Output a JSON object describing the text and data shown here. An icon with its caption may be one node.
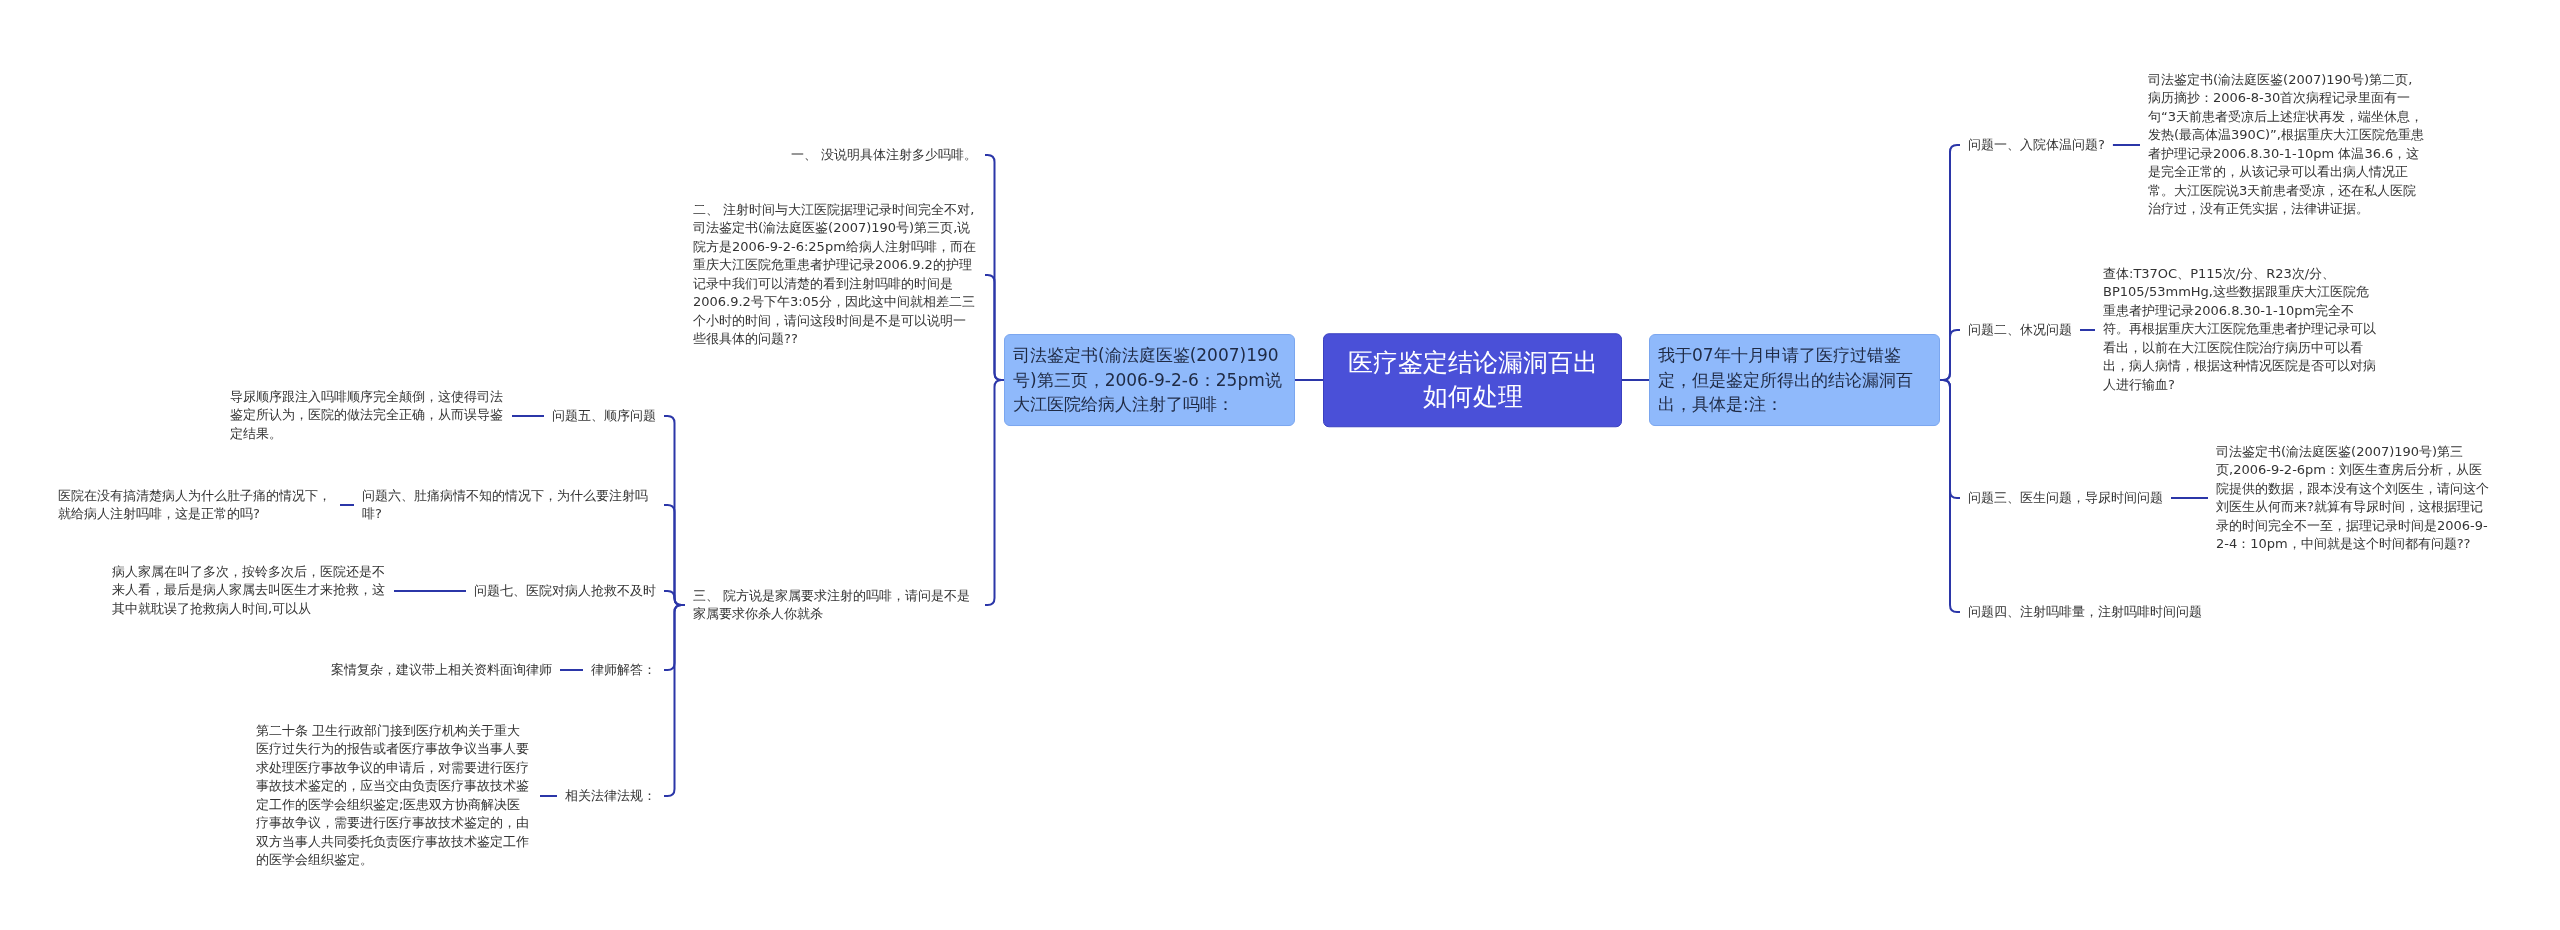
{
  "diagram": {
    "nodes": [
      {
        "text": [
          "医疗鉴定结论漏洞百出如何处理"
        ]
      },
      {
        "text": [
          "司法鉴定书(渝法庭医鉴(2007)190号)第三页，2006-9-2-6：25pm说大江医院给病人注射了吗啡："
        ]
      },
      {
        "text": [
          "我于07年十月申请了医疗过错鉴定，但是鉴定所得出的结论漏洞百出，具体是:注："
        ]
      },
      {
        "text": [
          "一、 没说明具体注射多少吗啡。"
        ]
      },
      {
        "text": [
          "二、 注射时间与大江医院据理记录时间完全不对, 司法鉴定书(渝法庭医鉴(2007)190号)第三页,说院方是2006-9-2-6:25pm给病人注射吗啡，而在重庆大江医院危重患者护理记录2006.9.2的护理记录中我们可以清楚的看到注射吗啡的时间是2006.9.2号下午3:05分，因此这中间就相差二三个小时的时间，请问这段时间是不是可以说明一些很具体的问题??"
        ]
      },
      {
        "text": [
          "三、 院方说是家属要求注射的吗啡，请问是不是家属要求你杀人你就杀"
        ]
      },
      {
        "text": [
          "问题五、顺序问题"
        ]
      },
      {
        "text": [
          "导尿顺序跟注入吗啡顺序完全颠倒，这使得司法鉴定所认为，医院的做法完全正确，从而误导鉴定结果。"
        ]
      },
      {
        "text": [
          "问题六、肚痛病情不知的情况下，为什么要注射吗啡?"
        ]
      },
      {
        "text": [
          "医院在没有搞清楚病人为什么肚子痛的情况下，就给病人注射吗啡，这是正常的吗?"
        ]
      },
      {
        "text": [
          "问题七、医院对病人抢救不及时"
        ]
      },
      {
        "text": [
          "病人家属在叫了多次，按铃多次后，医院还是不来人看，最后是病人家属去叫医生才来抢救，这其中就耽误了抢救病人时间,可以从"
        ]
      },
      {
        "text": [
          "律师解答："
        ]
      },
      {
        "text": [
          "案情复杂，建议带上相关资料面询律师"
        ]
      },
      {
        "text": [
          "相关法律法规："
        ]
      },
      {
        "text": [
          "第二十条 卫生行政部门接到医疗机构关于重大医疗过失行为的报告或者医疗事故争议当事人要求处理医疗事故争议的申请后，对需要进行医疗事故技术鉴定的，应当交由负责医疗事故技术鉴定工作的医学会组织鉴定;医患双方协商解决医疗事故争议，需要进行医疗事故技术鉴定的，由双方当事人共同委托负责医疗事故技术鉴定工作的医学会组织鉴定。"
        ]
      },
      {
        "text": [
          "问题一、入院体温问题?"
        ]
      },
      {
        "text": [
          "司法鉴定书(渝法庭医鉴(2007)190号)第二页,病历摘抄：2006-8-30首次病程记录里面有一句“3天前患者受凉后上述症状再发，端坐休息，发热(最高体温390C)”,根据重庆大江医院危重患者护理记录2006.8.30-1-10pm 体温36.6，这是完全正常的，从该记录可以看出病人情况正常。大江医院说3天前患者受凉，还在私人医院治疗过，没有正凭实据，法律讲证据。"
        ]
      },
      {
        "text": [
          "问题二、休况问题"
        ]
      },
      {
        "text": [
          "查体:T37OC、P115次/分、R23次/分、BP105/53mmHg,这些数据跟重庆大江医院危重患者护理记录2006.8.30-1-10pm完全不符。再根据重庆大江医院危重患者护理记录可以看出，以前在大江医院住院治疗病历中可以看出，病人病情，根据这种情况医院是否可以对病人进行输血?"
        ]
      },
      {
        "text": [
          "问题三、医生问题，导尿时间问题"
        ]
      },
      {
        "text": [
          "司法鉴定书(渝法庭医鉴(2007)190号)第三页,2006-9-2-6pm：刘医生查房后分析，从医院提供的数据，跟本没有这个刘医生，请问这个刘医生从何而来?就算有导尿时间，这根据理记录的时间完全不一至，据理记录时间是2006-9-2-4：10pm，中间就是这个时间都有问题??"
        ]
      },
      {
        "text": [
          "问题四、注射吗啡量，注射吗啡时间问题"
        ]
      }
    ],
    "edges": [
      {
        "from": 0,
        "to": 1,
        "arrow": "none"
      },
      {
        "from": 0,
        "to": 2,
        "arrow": "none"
      },
      {
        "from": 1,
        "to": 3,
        "arrow": "none"
      },
      {
        "from": 1,
        "to": 4,
        "arrow": "none"
      },
      {
        "from": 1,
        "to": 5,
        "arrow": "none"
      },
      {
        "from": 5,
        "to": 6,
        "arrow": "none"
      },
      {
        "from": 6,
        "to": 7,
        "arrow": "none"
      },
      {
        "from": 5,
        "to": 8,
        "arrow": "none"
      },
      {
        "from": 8,
        "to": 9,
        "arrow": "none"
      },
      {
        "from": 5,
        "to": 10,
        "arrow": "none"
      },
      {
        "from": 10,
        "to": 11,
        "arrow": "none"
      },
      {
        "from": 5,
        "to": 12,
        "arrow": "none"
      },
      {
        "from": 12,
        "to": 13,
        "arrow": "none"
      },
      {
        "from": 5,
        "to": 14,
        "arrow": "none"
      },
      {
        "from": 14,
        "to": 15,
        "arrow": "none"
      },
      {
        "from": 2,
        "to": 16,
        "arrow": "none"
      },
      {
        "from": 16,
        "to": 17,
        "arrow": "none"
      },
      {
        "from": 2,
        "to": 18,
        "arrow": "none"
      },
      {
        "from": 18,
        "to": 19,
        "arrow": "none"
      },
      {
        "from": 2,
        "to": 20,
        "arrow": "none"
      },
      {
        "from": 20,
        "to": 21,
        "arrow": "none"
      },
      {
        "from": 2,
        "to": 22,
        "arrow": "none"
      }
    ]
  }
}
